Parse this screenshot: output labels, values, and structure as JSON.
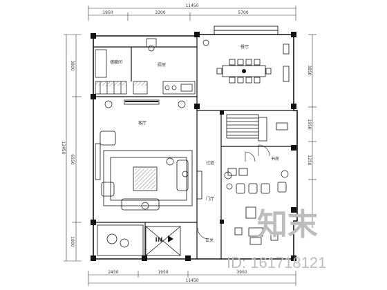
{
  "dimensions": {
    "top_total": "11450",
    "top_seg_1": "1950",
    "top_seg_2": "3300",
    "top_seg_3": "5700",
    "bottom_total": "11450",
    "bottom_seg_1": "2450",
    "bottom_seg_2": "1950",
    "bottom_seg_3": "3900",
    "left_total": "12450",
    "left_seg_1": "3800",
    "left_seg_2": "6550",
    "left_seg_3": "1800",
    "right_seg_1": "3850",
    "right_seg_2": "1950",
    "right_seg_3": "1250"
  },
  "rooms": {
    "storage": "储藏间",
    "kitchen": "厨房",
    "dining": "餐厅",
    "living": "客厅",
    "corridor": "过道",
    "hall": "门厅",
    "study": "书房",
    "foyer": "玄关"
  },
  "labels": {
    "entry_arrow": "IN"
  },
  "watermark": {
    "brand": "知末",
    "id": "ID: 161718121"
  }
}
